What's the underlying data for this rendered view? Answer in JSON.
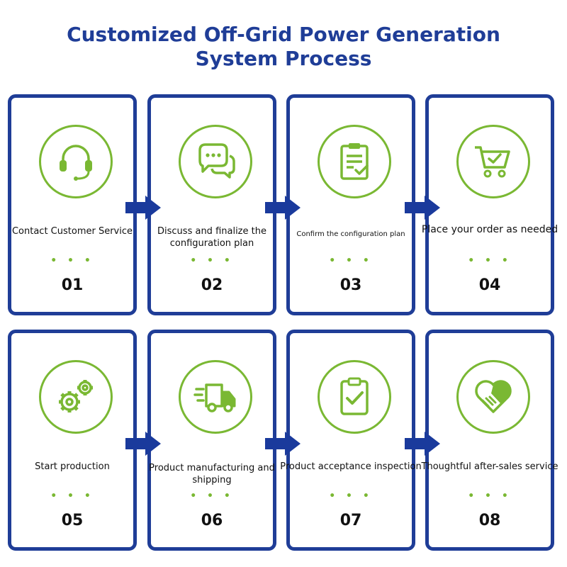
{
  "title_line1": "Customized Off-Grid Power Generation",
  "title_line2": "System Process",
  "colors": {
    "blue": "#1f3d97",
    "green": "#7ab833",
    "arrow": "#1a3a9c"
  },
  "steps": [
    {
      "label": "Contact Customer Service",
      "number": "01",
      "dots": "• • •",
      "icon": "headset-icon"
    },
    {
      "label": "Discuss and finalize the configuration plan",
      "number": "02",
      "dots": "• • •",
      "icon": "chat-bubbles-icon"
    },
    {
      "label": "Confirm the configuration plan",
      "number": "03",
      "dots": "• • •",
      "icon": "checklist-clipboard-icon"
    },
    {
      "label": "Place your order as needed",
      "number": "04",
      "dots": "• • •",
      "icon": "shopping-cart-icon"
    },
    {
      "label": "Start production",
      "number": "05",
      "dots": "• • •",
      "icon": "gears-icon"
    },
    {
      "label": "Product manufacturing and shipping",
      "number": "06",
      "dots": "• • •",
      "icon": "delivery-truck-icon"
    },
    {
      "label": "Product acceptance inspection",
      "number": "07",
      "dots": "• • •",
      "icon": "clipboard-check-icon"
    },
    {
      "label": "Thoughtful after-sales service",
      "number": "08",
      "dots": "• • •",
      "icon": "heart-handshake-icon"
    }
  ]
}
